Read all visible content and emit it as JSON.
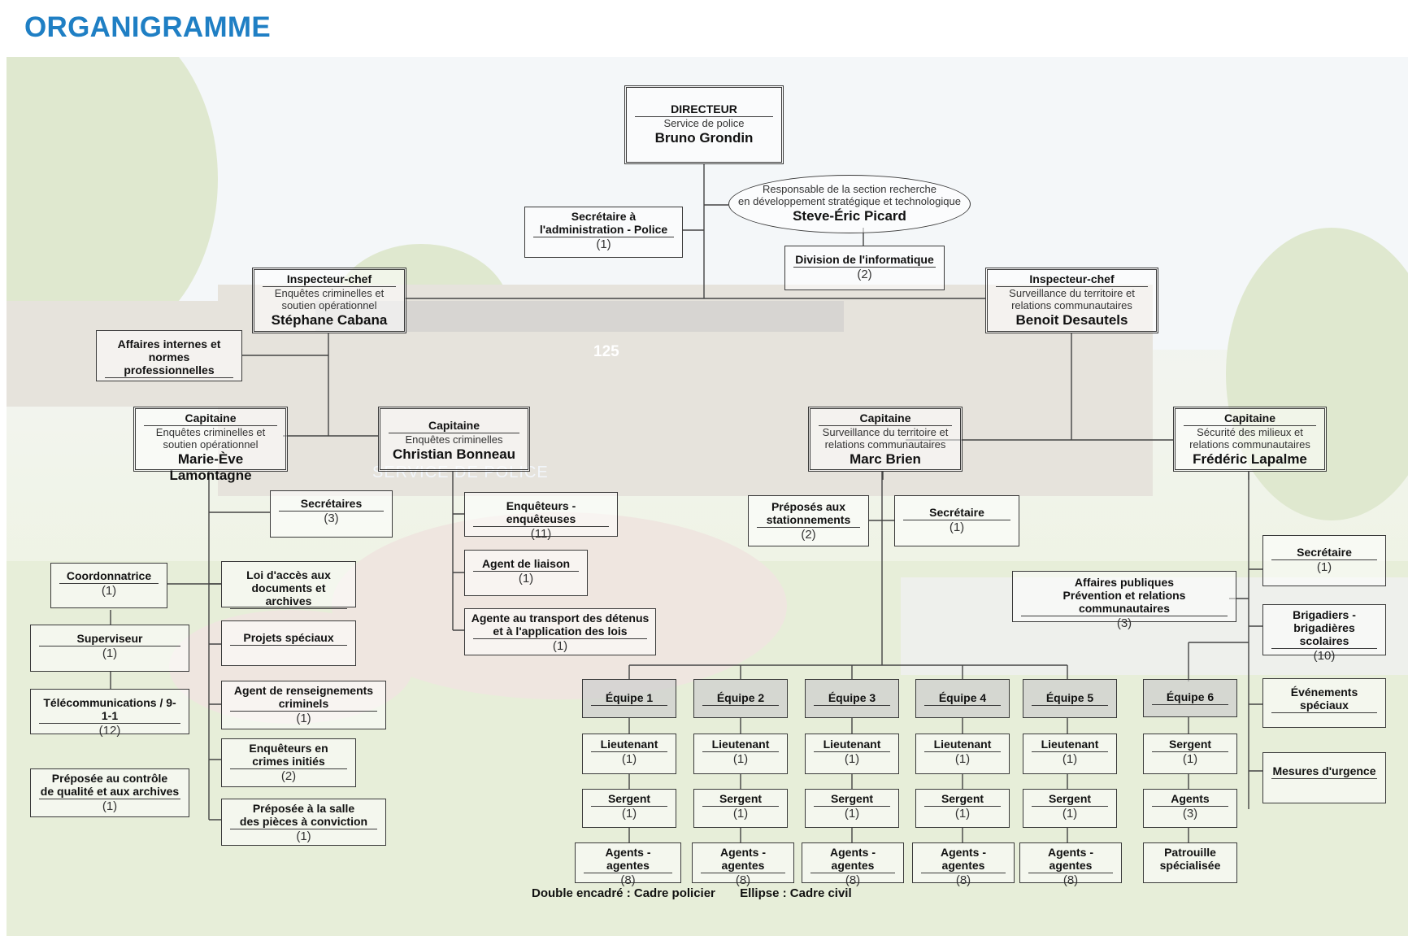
{
  "title": "ORGANIGRAMME",
  "director": {
    "title": "DIRECTEUR",
    "subtitle": "Service de police",
    "name": "Bruno Grondin"
  },
  "research": {
    "line1": "Responsable de la section recherche",
    "line2": "en développement stratégique et technologique",
    "name": "Steve-Éric Picard"
  },
  "secretary_admin": {
    "title_line1": "Secrétaire à",
    "title_line2": "l'administration - Police",
    "count": "(1)"
  },
  "it_division": {
    "title": "Division de l'informatique",
    "count": "(2)"
  },
  "chief_criminal": {
    "title": "Inspecteur-chef",
    "line1": "Enquêtes criminelles et",
    "line2": "soutien opérationnel",
    "name": "Stéphane Cabana"
  },
  "chief_patrol": {
    "title": "Inspecteur-chef",
    "line1": "Surveillance du territoire et",
    "line2": "relations communautaires",
    "name": "Benoit Desautels"
  },
  "internal_affairs": {
    "line1": "Affaires internes et",
    "line2": "normes professionnelles"
  },
  "captain_lamontagne": {
    "title": "Capitaine",
    "line1": "Enquêtes criminelles et",
    "line2": "soutien opérationnel",
    "name": "Marie-Ève Lamontagne"
  },
  "captain_bonneau": {
    "title": "Capitaine",
    "line1": "Enquêtes criminelles",
    "name": "Christian Bonneau"
  },
  "captain_brien": {
    "title": "Capitaine",
    "line1": "Surveillance du territoire et",
    "line2": "relations communautaires",
    "name": "Marc Brien"
  },
  "captain_lapalme": {
    "title": "Capitaine",
    "line1": "Sécurité des milieux et",
    "line2": "relations communautaires",
    "name": "Frédéric Lapalme"
  },
  "secretaires": {
    "title": "Secrétaires",
    "count": "(3)"
  },
  "loi_acces": {
    "line1": "Loi d'accès aux",
    "line2": "documents et archives"
  },
  "projets": {
    "title": "Projets spéciaux"
  },
  "renseignements": {
    "line1": "Agent de renseignements",
    "line2": "criminels",
    "count": "(1)"
  },
  "enqueteurs_crimes": {
    "line1": "Enquêteurs en",
    "line2": "crimes initiés",
    "count": "(2)"
  },
  "salle_pieces": {
    "line1": "Préposée à la salle",
    "line2": "des pièces à conviction",
    "count": "(1)"
  },
  "coordonnatrice": {
    "title": "Coordonnatrice",
    "count": "(1)"
  },
  "superviseur": {
    "title": "Superviseur",
    "count": "(1)"
  },
  "telecom": {
    "title": "Télécommunications / 9-1-1",
    "count": "(12)"
  },
  "qualite": {
    "line1": "Préposée au contrôle",
    "line2": "de qualité et aux archives",
    "count": "(1)"
  },
  "enqueteurs": {
    "title": "Enquêteurs - enquêteuses",
    "count": "(11)"
  },
  "liaison": {
    "title": "Agent de liaison",
    "count": "(1)"
  },
  "transport": {
    "line1": "Agente au transport des détenus",
    "line2": "et à l'application des lois",
    "count": "(1)"
  },
  "stationnements": {
    "line1": "Préposés aux",
    "line2": "stationnements",
    "count": "(2)"
  },
  "secretaire_brien": {
    "title": "Secrétaire",
    "count": "(1)"
  },
  "secretaire_lapalme": {
    "title": "Secrétaire",
    "count": "(1)"
  },
  "affaires_publiques": {
    "line1": "Affaires publiques",
    "line2": "Prévention et relations communautaires",
    "count": "(3)"
  },
  "brigadiers": {
    "line1": "Brigadiers -",
    "line2": "brigadières scolaires",
    "count": "(10)"
  },
  "evenements": {
    "line1": "Événements",
    "line2": "spéciaux"
  },
  "mesures": {
    "title": "Mesures d'urgence"
  },
  "teams": [
    {
      "name": "Équipe 1",
      "lieutenant": "Lieutenant",
      "lieutenant_count": "(1)",
      "sergent": "Sergent",
      "sergent_count": "(1)",
      "agents": "Agents - agentes",
      "agents_count": "(8)"
    },
    {
      "name": "Équipe 2",
      "lieutenant": "Lieutenant",
      "lieutenant_count": "(1)",
      "sergent": "Sergent",
      "sergent_count": "(1)",
      "agents": "Agents - agentes",
      "agents_count": "(8)"
    },
    {
      "name": "Équipe 3",
      "lieutenant": "Lieutenant",
      "lieutenant_count": "(1)",
      "sergent": "Sergent",
      "sergent_count": "(1)",
      "agents": "Agents - agentes",
      "agents_count": "(8)"
    },
    {
      "name": "Équipe 4",
      "lieutenant": "Lieutenant",
      "lieutenant_count": "(1)",
      "sergent": "Sergent",
      "sergent_count": "(1)",
      "agents": "Agents - agentes",
      "agents_count": "(8)"
    },
    {
      "name": "Équipe 5",
      "lieutenant": "Lieutenant",
      "lieutenant_count": "(1)",
      "sergent": "Sergent",
      "sergent_count": "(1)",
      "agents": "Agents - agentes",
      "agents_count": "(8)"
    }
  ],
  "team6": {
    "name": "Équipe 6",
    "sergent": "Sergent",
    "sergent_count": "(1)",
    "agents": "Agents",
    "agents_count": "(3)",
    "patrouille_line1": "Patrouille",
    "patrouille_line2": "spécialisée"
  },
  "legend": {
    "double_frame": "Double encadré : Cadre policier",
    "ellipse": "Ellipse : Cadre civil"
  },
  "photo": {
    "building_number": "125",
    "sign_text": "SERVICE DE POLICE"
  }
}
